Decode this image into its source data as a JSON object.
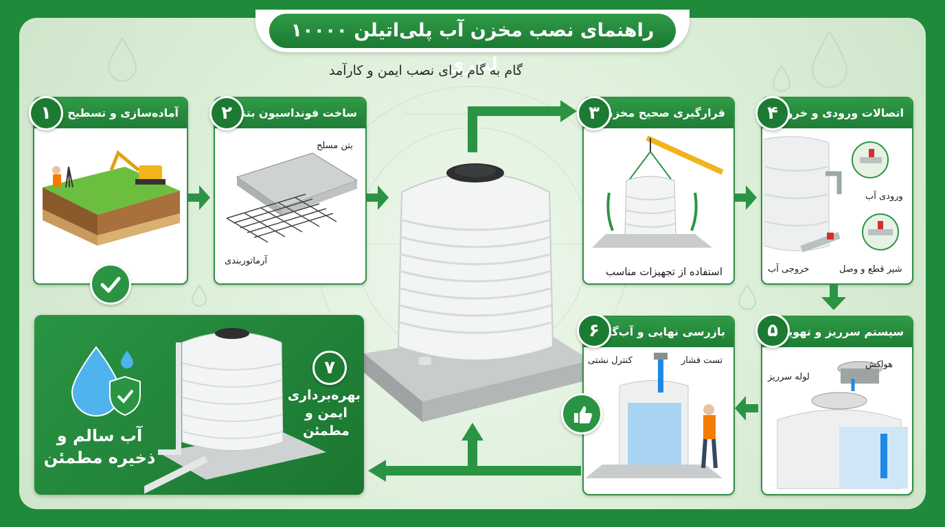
{
  "title": "راهنمای نصب مخزن آب پلی‌اتیلن ۱۰۰۰۰ لیتری",
  "subtitle": "گام به گام برای نصب ایمن و کارآمد",
  "steps": [
    {
      "num": "۱",
      "title": "آماده‌سازی و تسطیح محل"
    },
    {
      "num": "۲",
      "title": "ساخت فونداسیون بتنی",
      "labels": [
        "بتن مسلح",
        "آرماتوربندی"
      ]
    },
    {
      "num": "۳",
      "title": "قرارگیری صحیح مخزن",
      "caption": "استفاده از تجهیزات مناسب"
    },
    {
      "num": "۴",
      "title": "اتصالات ورودی و خروجی",
      "labels": [
        "ورودی آب",
        "خروجی آب",
        "شیر قطع و وصل"
      ]
    },
    {
      "num": "۵",
      "title": "سیستم سرریز و تهویه",
      "labels": [
        "هواکش",
        "لوله سرریز"
      ]
    },
    {
      "num": "۶",
      "title": "بازرسی نهایی و آب‌گیری",
      "labels": [
        "کنترل نشتی",
        "تست فشار"
      ]
    },
    {
      "num": "۷",
      "title": "بهره‌برداری ایمن و مطمئن"
    }
  ],
  "final_tagline": "آب سالم و ذخیره مطمئن",
  "colors": {
    "brand_green": "#1f8a3a",
    "panel_bg": "#dcefd8",
    "tank_white": "#f4f6f7"
  }
}
